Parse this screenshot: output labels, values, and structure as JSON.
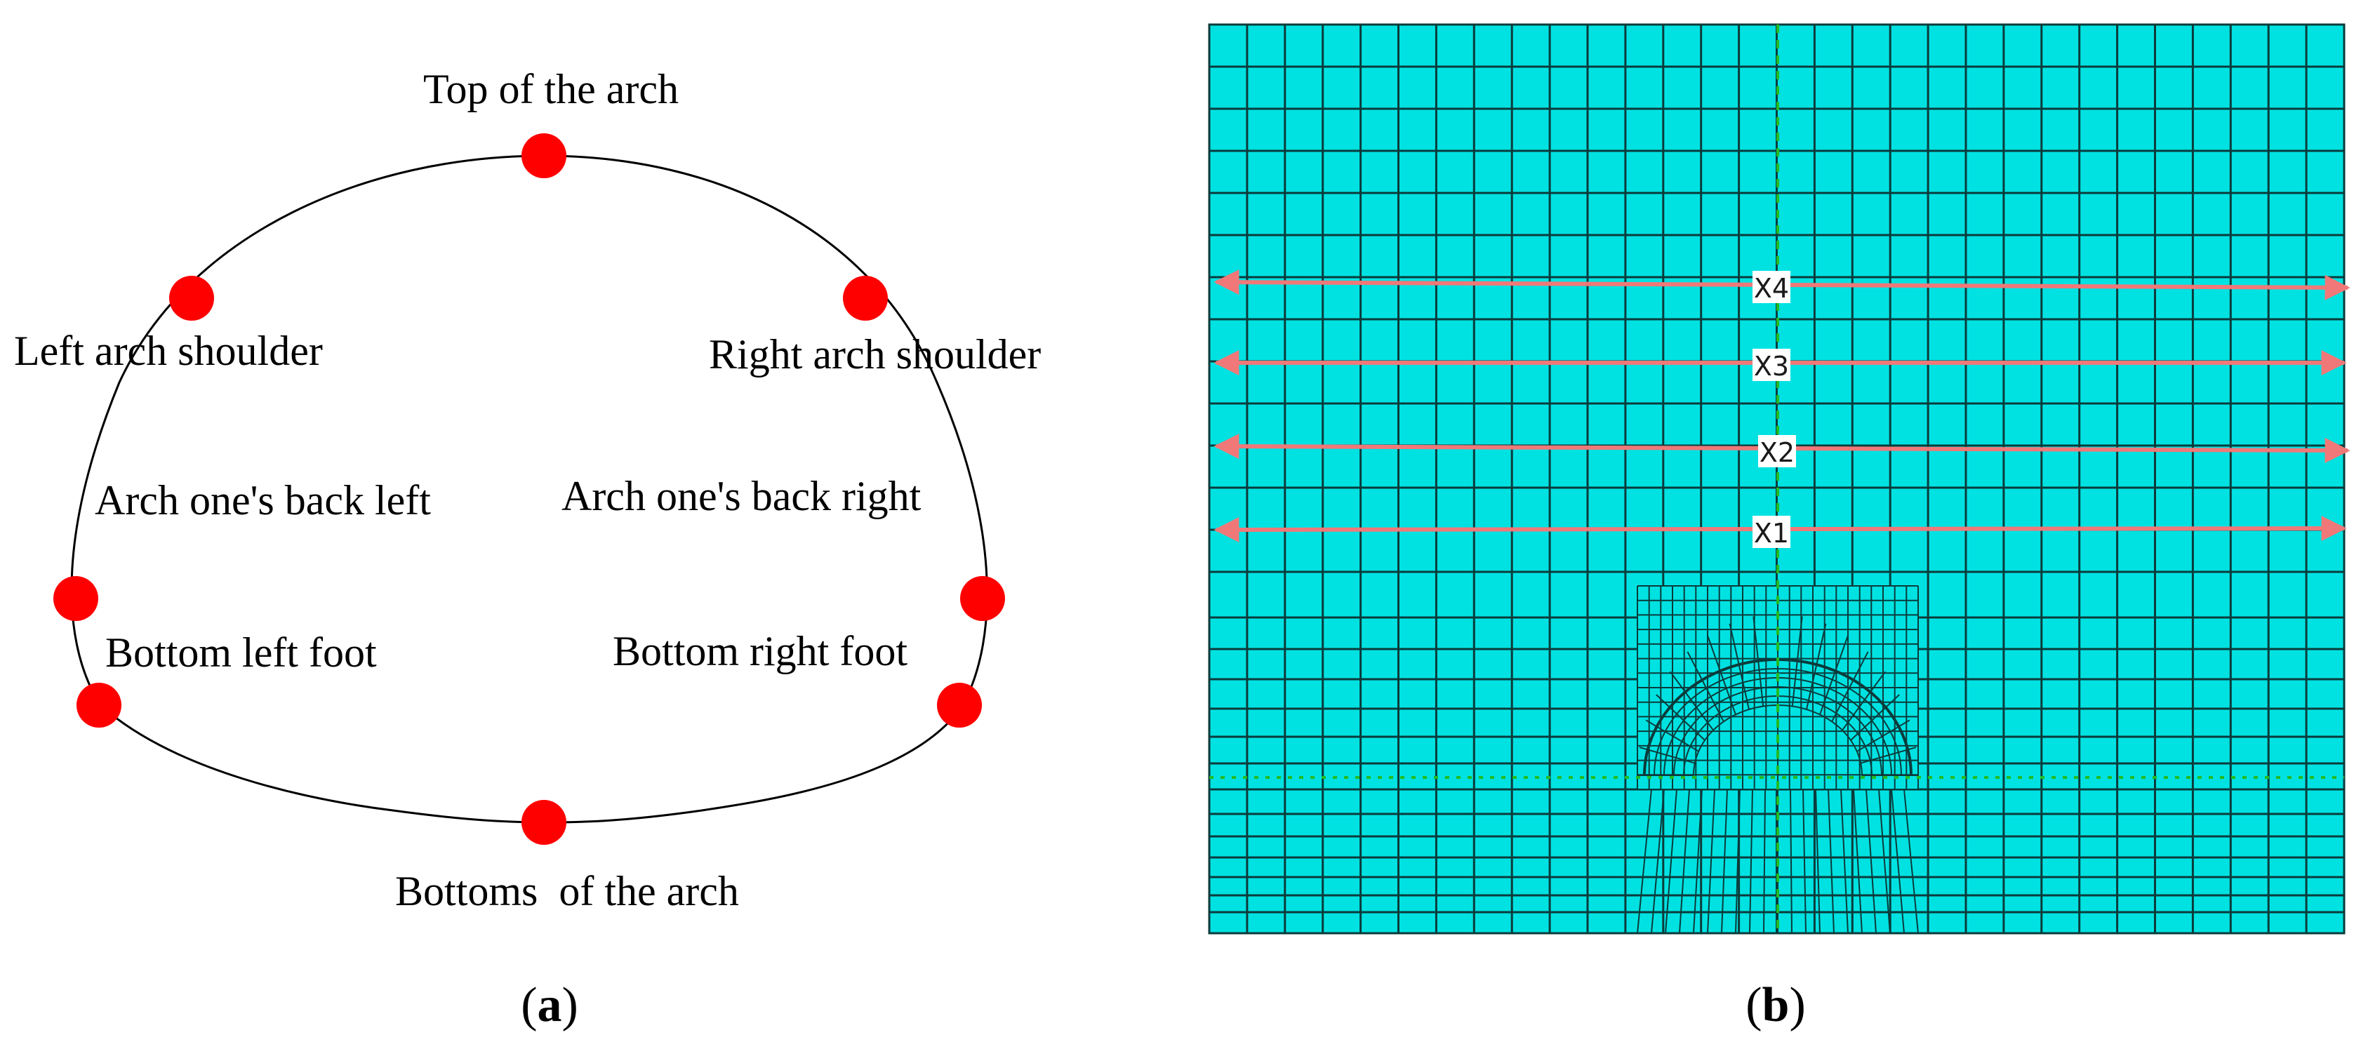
{
  "panel_a": {
    "caption": {
      "open": "(",
      "letter": "a",
      "close": ")"
    },
    "points": [
      {
        "id": "top",
        "label": "Top of the arch"
      },
      {
        "id": "left-shoulder",
        "label": "Left arch shoulder"
      },
      {
        "id": "right-shoulder",
        "label": "Right arch shoulder"
      },
      {
        "id": "back-left",
        "label": "Arch one's back left"
      },
      {
        "id": "back-right",
        "label": "Arch one's back right"
      },
      {
        "id": "bottom-left-foot",
        "label": "Bottom left foot"
      },
      {
        "id": "bottom-right-foot",
        "label": "Bottom right foot"
      },
      {
        "id": "bottom",
        "label": "Bottoms  of the arch"
      }
    ],
    "marker_color": "#ff0000",
    "outline_color": "#000000"
  },
  "panel_b": {
    "caption": {
      "open": "(",
      "letter": "b",
      "close": ")"
    },
    "lines": [
      {
        "id": "x4",
        "label": "X4"
      },
      {
        "id": "x3",
        "label": "X3"
      },
      {
        "id": "x2",
        "label": "X2"
      },
      {
        "id": "x1",
        "label": "X1"
      }
    ],
    "mesh_fill": "#00e2e2",
    "mesh_line": "#0b3b3b",
    "arrow_color": "#f07878",
    "axis_color": "#22bb22"
  }
}
